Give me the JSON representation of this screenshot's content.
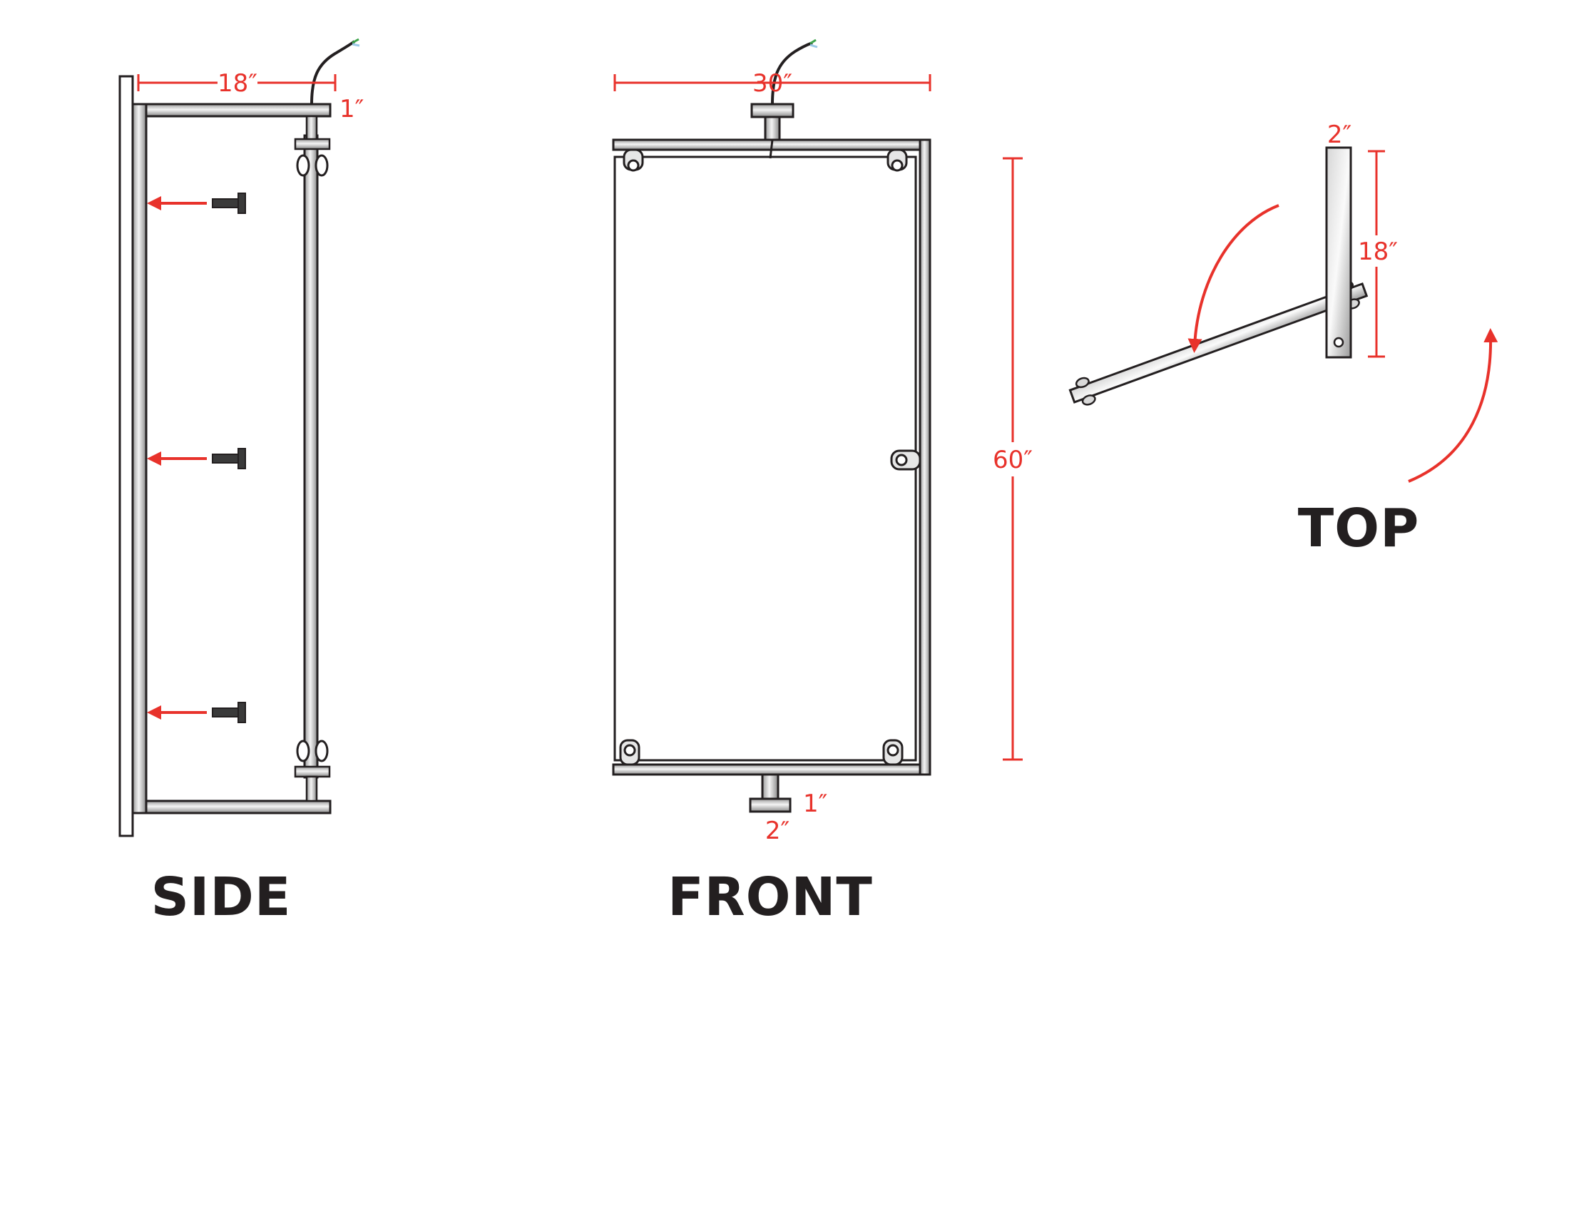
{
  "views": {
    "side": {
      "label": "SIDE",
      "dim_depth": "18″",
      "dim_thickness": "1″"
    },
    "front": {
      "label": "FRONT",
      "dim_width": "30″",
      "dim_height": "60″",
      "dim_pin_height": "1″",
      "dim_pin_width": "2″"
    },
    "top": {
      "label": "TOP",
      "dim_bar_width": "2″",
      "dim_bar_length": "18″"
    }
  },
  "colors": {
    "dimension": "#e8322b",
    "outline": "#231f20",
    "metal_light": "#f2f2f2",
    "metal_dark": "#8a8a8a"
  }
}
